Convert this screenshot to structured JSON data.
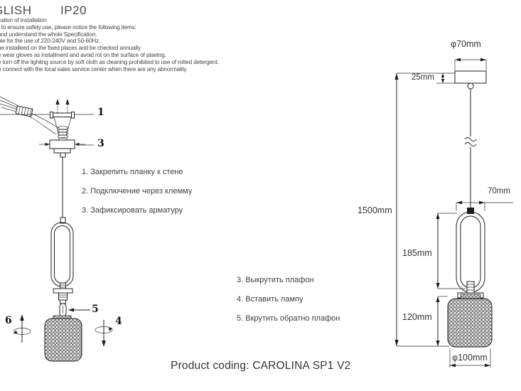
{
  "header": {
    "title_left": "GLISH",
    "title_right": "IP20"
  },
  "spec": {
    "lines": [
      "cation of installation",
      "r to ensure safety use, please notice the following items:",
      "and understand the whole Specification.",
      "ble for the use of 220-240V and 50-60Hz.",
      "be installeed on the fixed places and be checked annually",
      "e wear gloves as installment and avoid rot on the surface of plaetng.",
      "e turn off the lighitng source by soft cloth as cleaning prohibited to use of rotted detergent.",
      "e connect with the local sales service center when there are any abnormality."
    ]
  },
  "callouts": {
    "c1": "1",
    "c3": "3",
    "c5": "5",
    "c6": "6",
    "c4": "4"
  },
  "instructions_install": {
    "items": [
      "1. Закрепить планку к стене",
      "2. Подключение через клемму",
      "3. Зафиксировать арматуру"
    ]
  },
  "instructions_lamp": {
    "items": [
      "3. Выкрутить плафон",
      "4. Вставить лампу",
      "5. Вкрутить обратно плафон"
    ]
  },
  "dimensions": {
    "canopy_diameter": "φ70mm",
    "canopy_height": "25mm",
    "cable_length": "1500mm",
    "frame_width": "70mm",
    "frame_height": "185mm",
    "shade_height": "120mm",
    "shade_diameter": "φ100mm"
  },
  "footer": {
    "product_coding": "Product coding: CAROLINA SP1 V2"
  },
  "colors": {
    "ink": "#3a3a3a",
    "line": "#222222",
    "background": "#ffffff"
  }
}
